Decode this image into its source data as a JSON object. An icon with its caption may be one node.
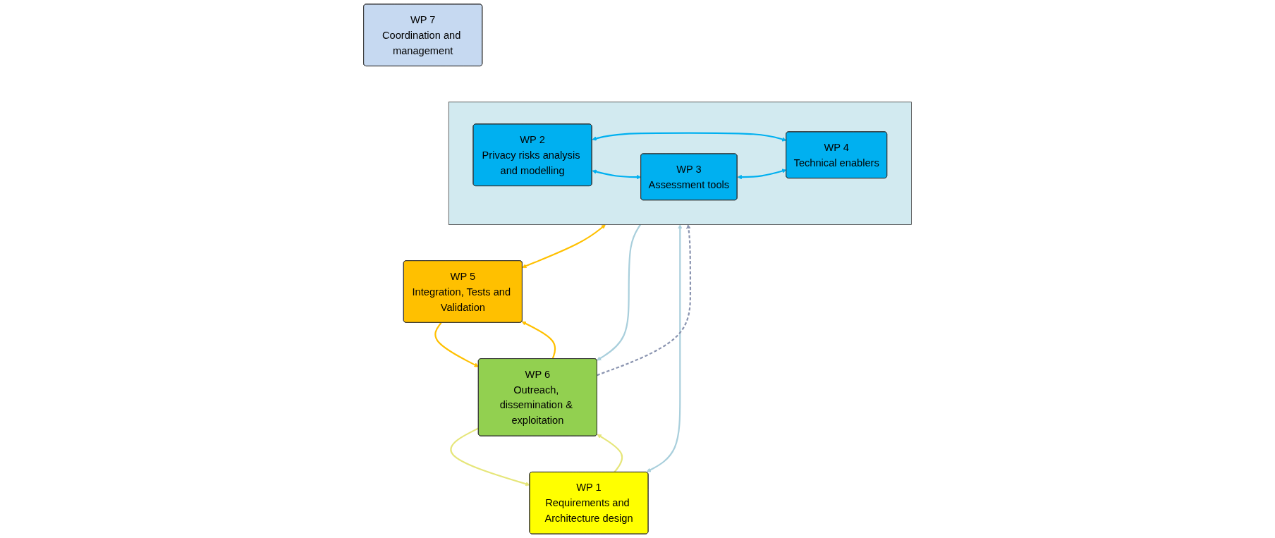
{
  "diagram": {
    "nodes": [
      {
        "text": [
          "WP 7",
          "Coordination and management"
        ]
      },
      {
        "text": [
          "WP 1",
          "Requirements and Architecture design"
        ]
      },
      {
        "text": [],
        "shape": "box"
      },
      {
        "text": [
          "WP 2",
          "Privacy risks analysis and modelling"
        ],
        "in": 2
      },
      {
        "text": [
          "WP 3",
          "Assessment tools"
        ],
        "in": 2
      },
      {
        "text": [
          "WP 4",
          "Technical enablers"
        ],
        "in": 2
      },
      {
        "text": [
          "WP 5",
          "Integration, Tests and Validation"
        ]
      },
      {
        "text": [
          "WP 6",
          "Outreach, dissemination & exploitation"
        ]
      }
    ],
    "edges": [
      {
        "from": 1,
        "to": 2,
        "arrow": "both",
        "color": "#a9cfdc"
      },
      {
        "from": 3,
        "to": 4,
        "arrow": "both",
        "color": "#00b0f0"
      },
      {
        "from": 3,
        "to": 5,
        "arrow": "both",
        "color": "#00b0f0"
      },
      {
        "from": 4,
        "to": 5,
        "arrow": "both",
        "color": "#00b0f0"
      },
      {
        "from": 2,
        "to": 6,
        "arrow": "both",
        "color": "#ffc000"
      },
      {
        "from": 1,
        "to": 7,
        "arrow": "to",
        "color": "#e6e67a"
      },
      {
        "from": 7,
        "to": 1,
        "arrow": "to",
        "color": "#e6e67a"
      },
      {
        "from": 2,
        "to": 7,
        "arrow": "to",
        "color": "#a9cfdc"
      },
      {
        "from": 7,
        "to": 2,
        "arrow": "to",
        "style": "dashed",
        "color": "#8a94b0"
      },
      {
        "from": 7,
        "to": 6,
        "arrow": "to",
        "color": "#ffc000"
      },
      {
        "from": 6,
        "to": 7,
        "arrow": "to",
        "color": "#ffc000"
      }
    ]
  }
}
